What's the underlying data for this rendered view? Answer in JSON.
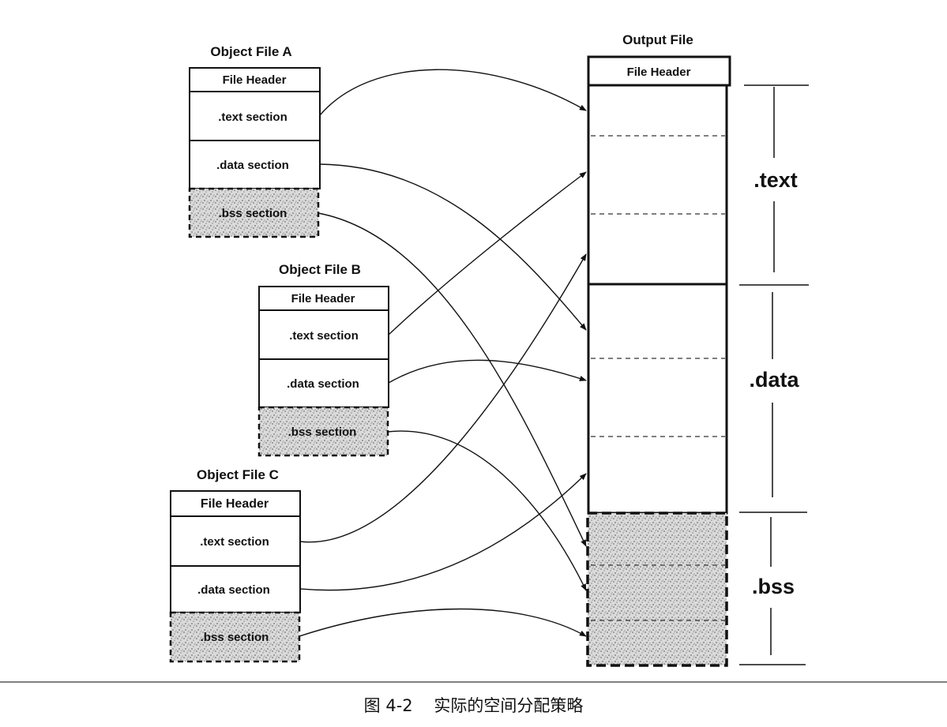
{
  "object_files": [
    {
      "title": "Object File A",
      "header": "File Header",
      "text": ".text section",
      "data": ".data section",
      "bss": ".bss section"
    },
    {
      "title": "Object File B",
      "header": "File Header",
      "text": ".text section",
      "data": ".data section",
      "bss": ".bss section"
    },
    {
      "title": "Object File C",
      "header": "File Header",
      "text": ".text section",
      "data": ".data section",
      "bss": ".bss section"
    }
  ],
  "output_file": {
    "title": "Output File",
    "header": "File Header"
  },
  "segment_labels": {
    "text": ".text",
    "data": ".data",
    "bss": ".bss"
  },
  "caption": {
    "number": "图 4-2",
    "text": "实际的空间分配策略"
  }
}
